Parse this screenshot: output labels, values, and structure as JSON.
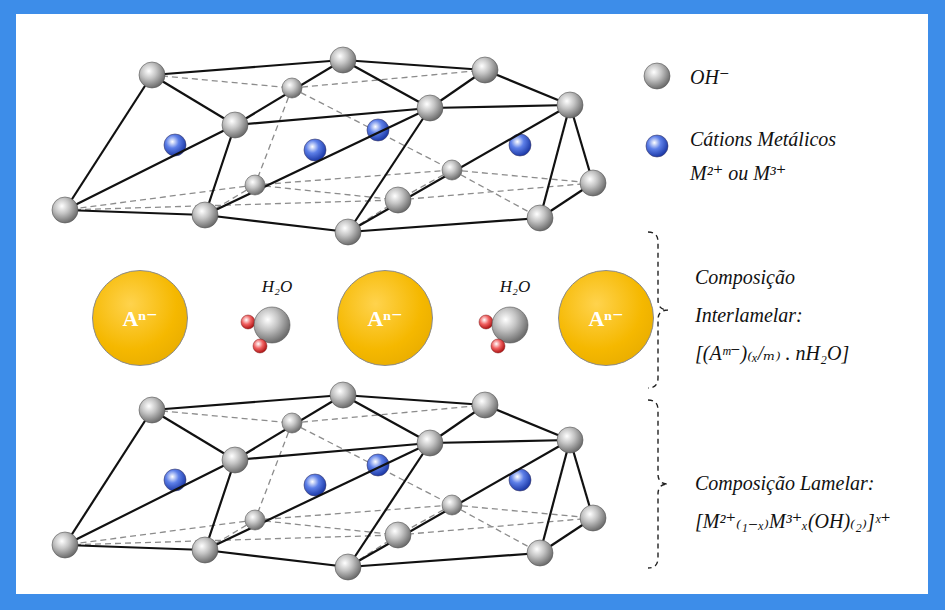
{
  "diagram": {
    "nodes": [
      {
        "text": [
          "Aⁿ⁻"
        ]
      },
      {
        "text": [
          "Aⁿ⁻"
        ]
      },
      {
        "text": [
          "Aⁿ⁻"
        ]
      }
    ],
    "labels": [
      "H₂O",
      "H₂O",
      "Composição Interlamelar:",
      "[(Aᵐ⁻)₍ₓ/ₘ₎ . nH₂O]",
      "Composição Lamelar:",
      "[M²⁺₍₁₋ₓ₎M³⁺ₓ(OH)₍₂₎]ˣ⁺"
    ],
    "legend": [
      {
        "text": "OH⁻"
      },
      {
        "text": "Cátions Metálicos M²⁺ ou M³⁺"
      }
    ]
  }
}
